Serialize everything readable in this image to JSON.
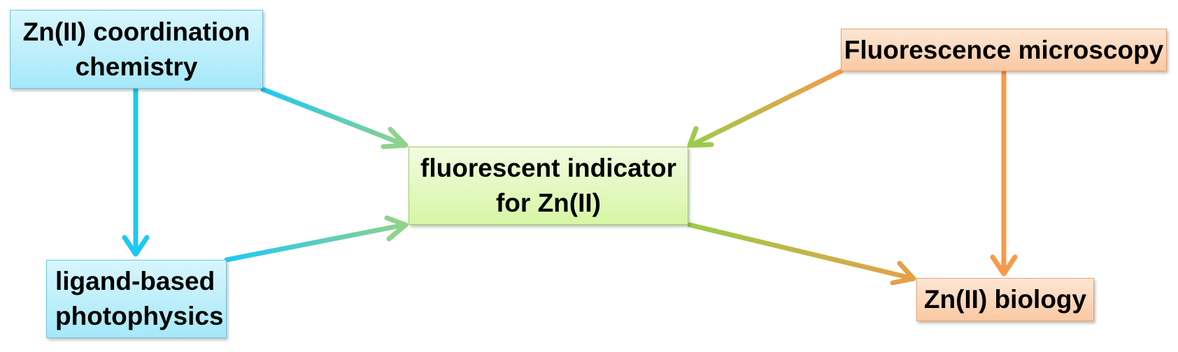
{
  "diagram": {
    "nodes": {
      "zn_coord": {
        "line1": "Zn(II) coordination",
        "line2": "chemistry"
      },
      "ligand": {
        "line1": "ligand-based",
        "line2": "photophysics"
      },
      "indicator": {
        "line1": "fluorescent indicator",
        "line2": "for Zn(II)"
      },
      "fluor_micro": {
        "line1": "Fluorescence microscopy"
      },
      "zn_bio": {
        "line1": "Zn(II) biology"
      }
    },
    "colors": {
      "blue_arrow": "#1ec8f3",
      "teal_arrow": "#5fcfb0",
      "green_arrow": "#9ccb4b",
      "orange_arrow": "#f79a4a",
      "olive_arrow": "#c9b44a"
    },
    "edges": [
      {
        "from": "Zn(II) coordination chemistry",
        "to": "ligand-based photophysics"
      },
      {
        "from": "Zn(II) coordination chemistry",
        "to": "fluorescent indicator for Zn(II)"
      },
      {
        "from": "ligand-based photophysics",
        "to": "fluorescent indicator for Zn(II)"
      },
      {
        "from": "Fluorescence microscopy",
        "to": "fluorescent indicator for Zn(II)"
      },
      {
        "from": "Fluorescence microscopy",
        "to": "Zn(II) biology"
      },
      {
        "from": "fluorescent indicator for Zn(II)",
        "to": "Zn(II) biology"
      }
    ]
  }
}
